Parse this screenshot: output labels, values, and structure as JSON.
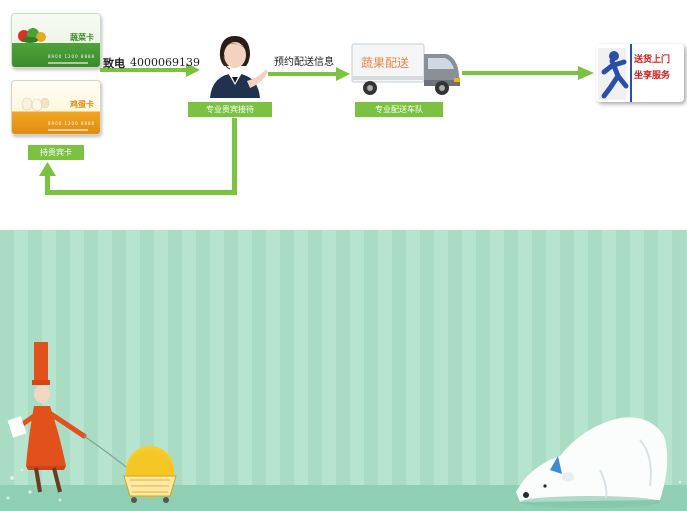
{
  "cards": {
    "vegetable_card_title": "蔬菜卡",
    "egg_card_title": "鸡蛋卡",
    "card_number_vegetable": "8900 1200 8888",
    "card_number_egg": "8900 1200 8888",
    "holder_label": "持贵宾卡"
  },
  "flow": {
    "phone_label": "致电",
    "phone_number": "4000069139",
    "reception_label": "专业贵宾接待",
    "booking_label": "预约配送信息",
    "truck_text": "蔬果配送",
    "fleet_label": "专业配送车队",
    "door_line1": "送货上门",
    "door_line2": "坐享服务"
  },
  "colors": {
    "accent_green": "#7cc242",
    "background_mint": "#a9dcc3"
  }
}
